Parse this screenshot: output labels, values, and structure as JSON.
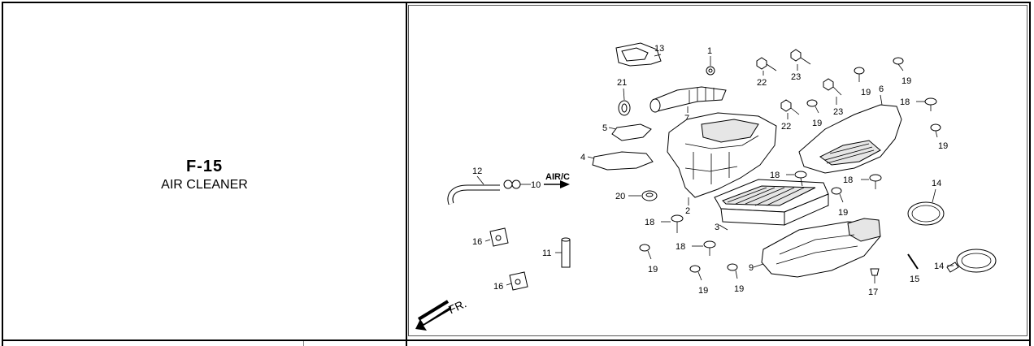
{
  "section": {
    "code": "F-15",
    "title": "AIR CLEANER"
  },
  "diagram": {
    "labels": {
      "p1": "1",
      "p2": "2",
      "p3": "3",
      "p4": "4",
      "p5": "5",
      "p6": "6",
      "p7": "7",
      "p9": "9",
      "p10": "10",
      "p11": "11",
      "p12": "12",
      "p13": "13",
      "p14": "14",
      "p15": "15",
      "p16": "16",
      "p17": "17",
      "p18": "18",
      "p19": "19",
      "p20": "20",
      "p21": "21",
      "p22": "22",
      "p23": "23"
    },
    "air_c": "AIR/C",
    "front": "FR."
  }
}
